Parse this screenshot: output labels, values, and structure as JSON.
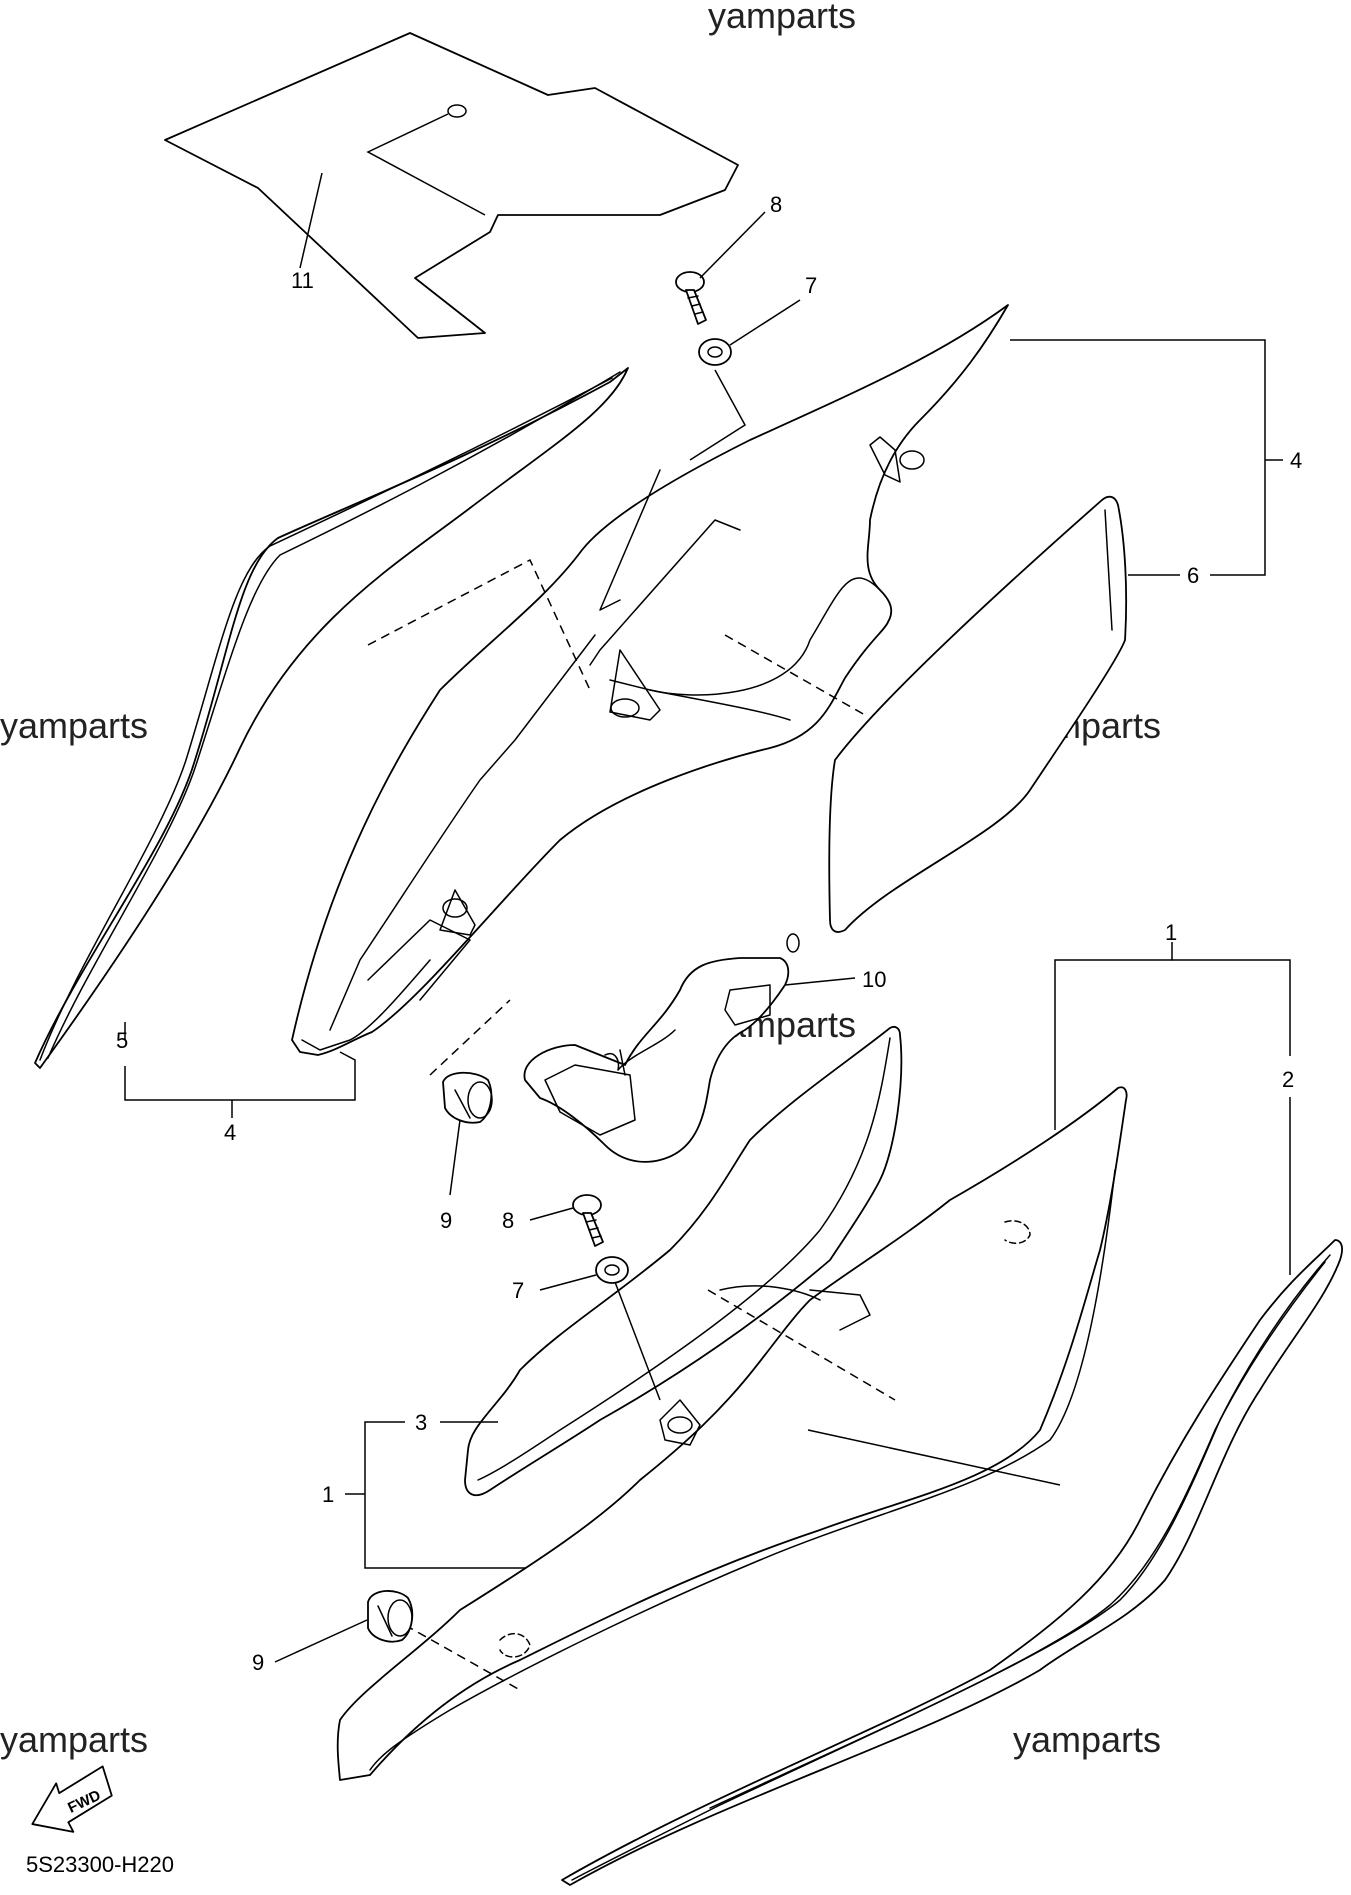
{
  "watermark": "yamparts",
  "diagram_code": "5S23300-H220",
  "fwd_label": "FWD",
  "callouts": {
    "c1_top": "1",
    "c1_left": "1",
    "c2": "2",
    "c3": "3",
    "c4_right": "4",
    "c4_bottom": "4",
    "c5": "5",
    "c6": "6",
    "c7_top": "7",
    "c7_mid": "7",
    "c8_top": "8",
    "c8_mid": "8",
    "c9_top": "9",
    "c9_bottom": "9",
    "c10": "10",
    "c11": "11"
  }
}
